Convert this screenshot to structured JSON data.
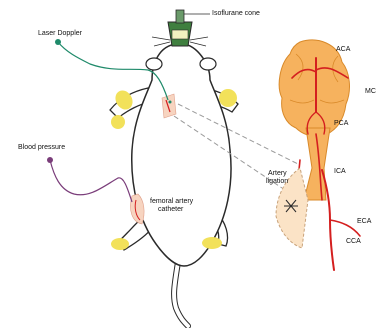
{
  "labels": {
    "isoflurane": "Isoflurane cone",
    "laser_doppler": "Laser Doppler",
    "blood_pressure": "Blood pressure",
    "femoral_line1": "femoral artery",
    "femoral_line2": "catheter",
    "ligation_line1": "Artery",
    "ligation_line2": "ligation",
    "aca": "ACA",
    "mca": "MC",
    "pca": "PCA",
    "ica": "ICA",
    "eca": "ECA",
    "cca": "CCA"
  },
  "colors": {
    "outline": "#2a2a2a",
    "pad": "#f2e15a",
    "brain": "#f6b25e",
    "brain_stroke": "#d98a2a",
    "artery": "#d41f1f",
    "laser_probe": "#1f8a6a",
    "bp_probe": "#7a3d7a",
    "cone": "#3f7f3f",
    "skin_patch": "#f7d4c0"
  }
}
